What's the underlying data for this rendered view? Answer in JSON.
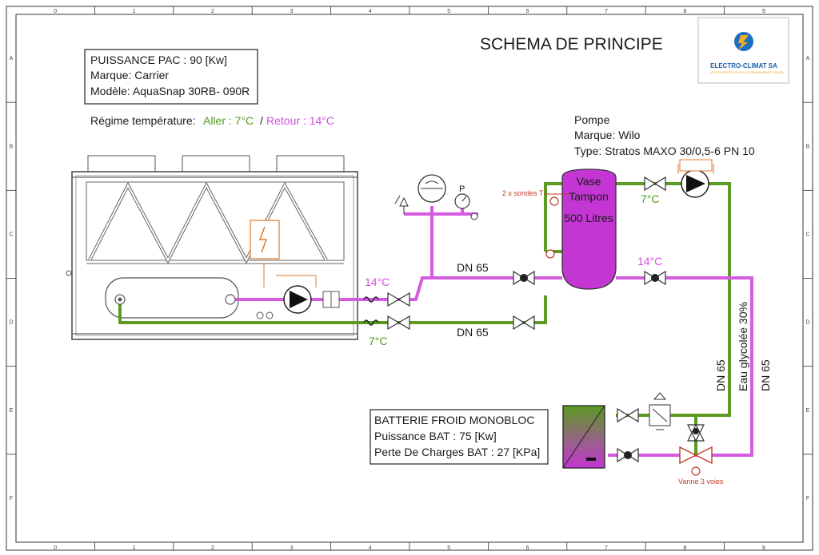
{
  "title": "SCHEMA DE PRINCIPE",
  "logo": {
    "name": "ELECTRO-CLIMAT SA",
    "tagline": "VOS EXPERTS EN SOLUTIONS ENERGETIQUES"
  },
  "pac": {
    "line1": "PUISSANCE PAC : 90 [Kw]",
    "line2": "Marque: Carrier",
    "line3": "Modèle: AquaSnap 30RB- 090R"
  },
  "regime": {
    "label": "Régime température:",
    "aller": "Aller : 7°C",
    "sep": "/",
    "retour": "Retour : 14°C"
  },
  "pompe": {
    "title": "Pompe",
    "marque": "Marque: Wilo",
    "type": "Type: Stratos MAXO 30/0,5-6 PN 10"
  },
  "vase": {
    "l1": "Vase",
    "l2": "Tampon",
    "l3": "500 Litres"
  },
  "sondes": "2 x sondes T",
  "pressure_label": "P",
  "temps": {
    "t14_left": "14°C",
    "t7_left": "7°C",
    "t7_right": "7°C",
    "t14_right": "14°C"
  },
  "dn": {
    "top": "DN 65",
    "bottom": "DN 65",
    "v1": "DN 65",
    "v2": "DN 65"
  },
  "fluid": "Eau glycolée 30%",
  "batterie": {
    "line1": "BATTERIE FROID MONOBLOC",
    "line2": "Puissance BAT : 75 [Kw]",
    "line3": "Perte De Charges BAT : 27 [KPa]"
  },
  "vanne": "Vanne 3 voies",
  "grid": {
    "cols": [
      "0",
      "1",
      "2",
      "3",
      "4",
      "5",
      "6",
      "7",
      "8",
      "9"
    ],
    "rows": [
      "A",
      "B",
      "C",
      "D",
      "E",
      "F"
    ]
  },
  "colors": {
    "supply": "#5c9a23",
    "return": "#d55be0",
    "annotation": "#c0392b"
  }
}
